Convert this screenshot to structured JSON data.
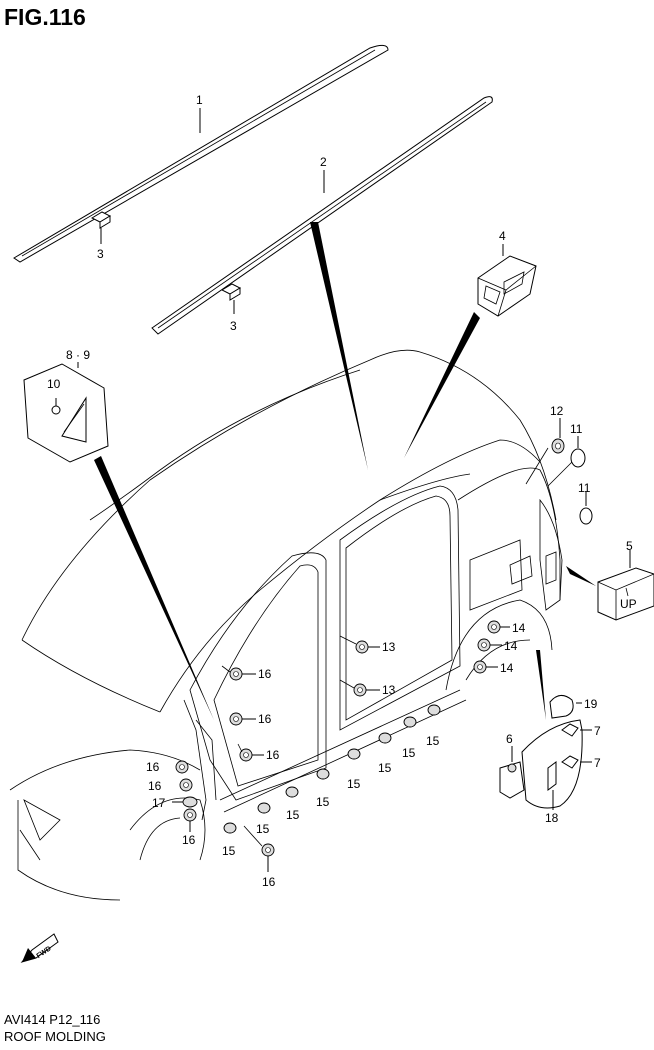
{
  "header": {
    "figure": "FIG.116"
  },
  "footer": {
    "code": "AVI414 P12_116",
    "name": "ROOF MOLDING"
  },
  "callouts": {
    "c1": "1",
    "c2": "2",
    "c3a": "3",
    "c3b": "3",
    "c4": "4",
    "c5": "5",
    "c6": "6",
    "c7a": "7",
    "c7b": "7",
    "c89": "8 · 9",
    "c10": "10",
    "c11a": "11",
    "c11b": "11",
    "c12": "12",
    "c13a": "13",
    "c13b": "13",
    "c14a": "14",
    "c14b": "14",
    "c14c": "14",
    "c15a": "15",
    "c15b": "15",
    "c15c": "15",
    "c15d": "15",
    "c15e": "15",
    "c15f": "15",
    "c15g": "15",
    "c16a": "16",
    "c16b": "16",
    "c16c": "16",
    "c16d": "16",
    "c16e": "16",
    "c16f": "16",
    "c16g": "16",
    "c17": "17",
    "c18": "18",
    "c19": "19"
  },
  "icons": {
    "fwd": "FWD",
    "up": "UP"
  }
}
